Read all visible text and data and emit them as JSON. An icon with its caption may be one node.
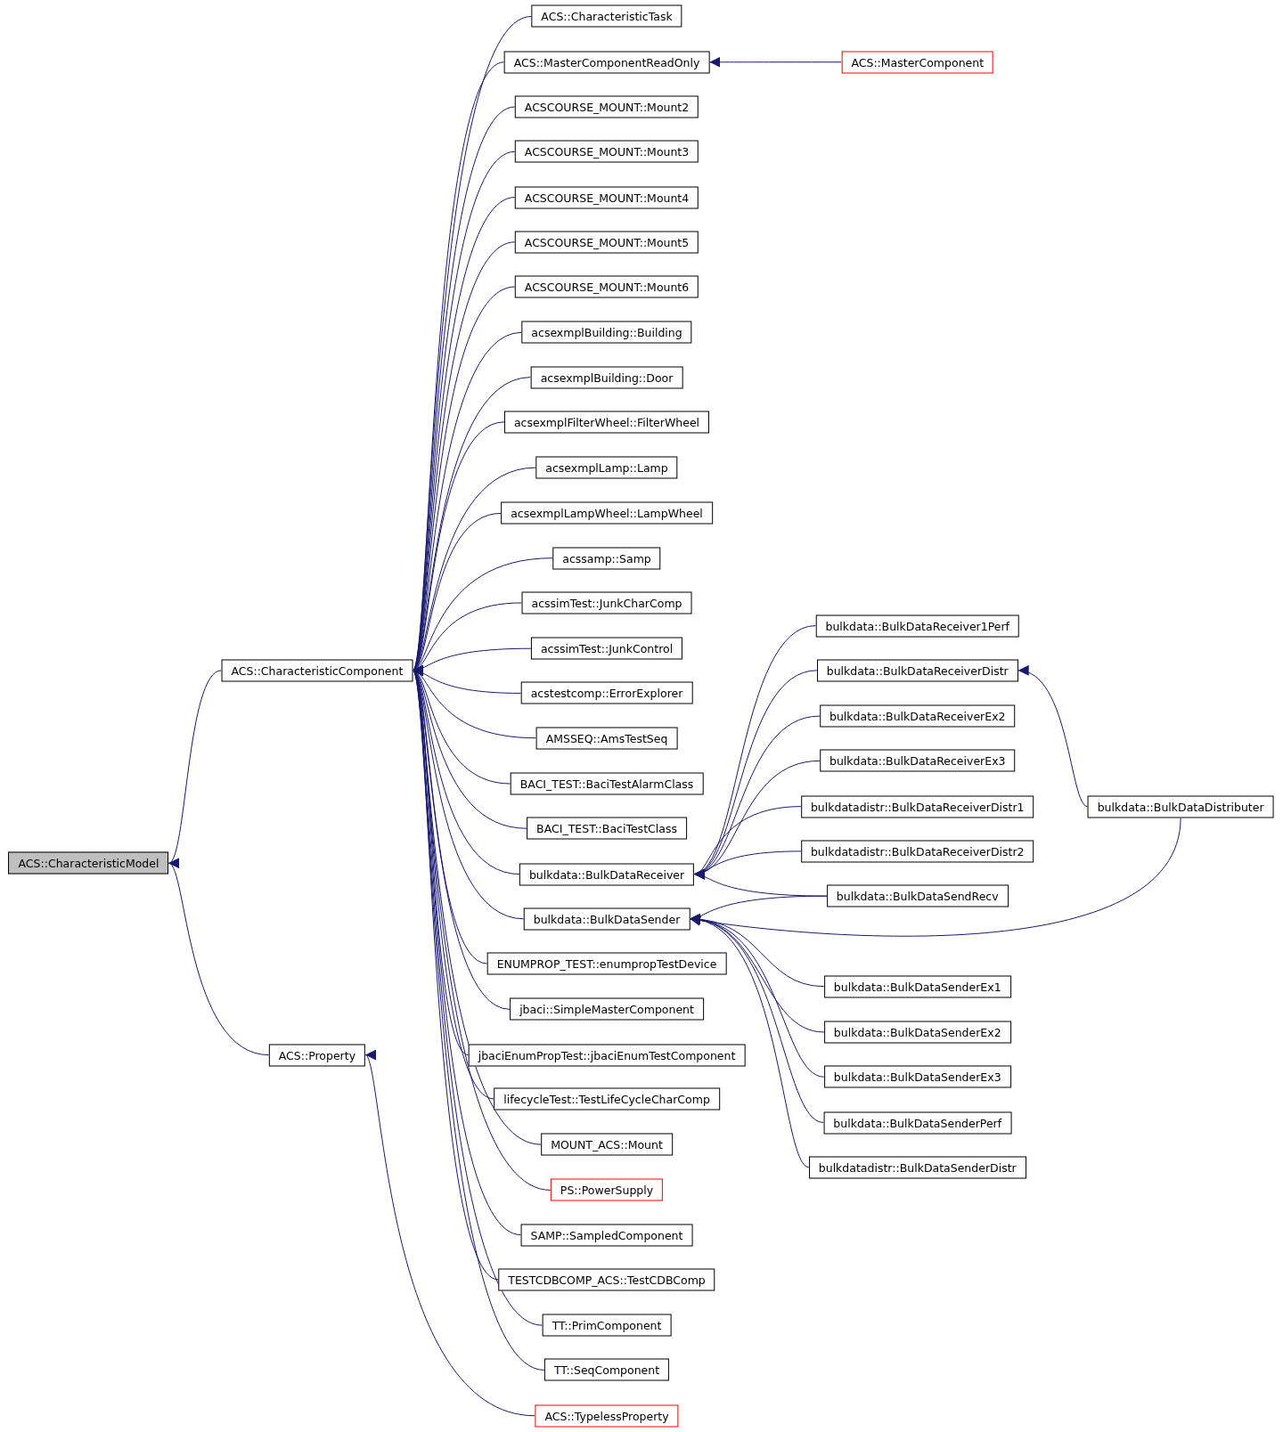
{
  "diagram": {
    "nodes": [
      {
        "text": [
          "ACS::CharacteristicModel"
        ]
      },
      {
        "text": [
          "ACS::CharacteristicComponent"
        ]
      },
      {
        "text": [
          "ACS::Property"
        ]
      },
      {
        "text": [
          "ACS::CharacteristicTask"
        ]
      },
      {
        "text": [
          "ACS::MasterComponentReadOnly"
        ]
      },
      {
        "text": [
          "ACSCOURSE_MOUNT::Mount2"
        ]
      },
      {
        "text": [
          "ACSCOURSE_MOUNT::Mount3"
        ]
      },
      {
        "text": [
          "ACSCOURSE_MOUNT::Mount4"
        ]
      },
      {
        "text": [
          "ACSCOURSE_MOUNT::Mount5"
        ]
      },
      {
        "text": [
          "ACSCOURSE_MOUNT::Mount6"
        ]
      },
      {
        "text": [
          "acsexmplBuilding::Building"
        ]
      },
      {
        "text": [
          "acsexmplBuilding::Door"
        ]
      },
      {
        "text": [
          "acsexmplFilterWheel::FilterWheel"
        ]
      },
      {
        "text": [
          "acsexmplLamp::Lamp"
        ]
      },
      {
        "text": [
          "acsexmplLampWheel::LampWheel"
        ]
      },
      {
        "text": [
          "acssamp::Samp"
        ]
      },
      {
        "text": [
          "acssimTest::JunkCharComp"
        ]
      },
      {
        "text": [
          "acssimTest::JunkControl"
        ]
      },
      {
        "text": [
          "acstestcomp::ErrorExplorer"
        ]
      },
      {
        "text": [
          "AMSSEQ::AmsTestSeq"
        ]
      },
      {
        "text": [
          "BACI_TEST::BaciTestAlarmClass"
        ]
      },
      {
        "text": [
          "BACI_TEST::BaciTestClass"
        ]
      },
      {
        "text": [
          "bulkdata::BulkDataReceiver"
        ]
      },
      {
        "text": [
          "bulkdata::BulkDataSender"
        ]
      },
      {
        "text": [
          "ENUMPROP_TEST::enumpropTestDevice"
        ]
      },
      {
        "text": [
          "jbaci::SimpleMasterComponent"
        ]
      },
      {
        "text": [
          "jbaciEnumPropTest::jbaciEnumTestComponent"
        ]
      },
      {
        "text": [
          "lifecycleTest::TestLifeCycleCharComp"
        ]
      },
      {
        "text": [
          "MOUNT_ACS::Mount"
        ]
      },
      {
        "text": [
          "PS::PowerSupply"
        ]
      },
      {
        "text": [
          "SAMP::SampledComponent"
        ]
      },
      {
        "text": [
          "TESTCDBCOMP_ACS::TestCDBComp"
        ]
      },
      {
        "text": [
          "TT::PrimComponent"
        ]
      },
      {
        "text": [
          "TT::SeqComponent"
        ]
      },
      {
        "text": [
          "ACS::TypelessProperty"
        ]
      },
      {
        "text": [
          "ACS::MasterComponent"
        ]
      },
      {
        "text": [
          "bulkdata::BulkDataReceiver1Perf"
        ]
      },
      {
        "text": [
          "bulkdata::BulkDataReceiverDistr"
        ]
      },
      {
        "text": [
          "bulkdata::BulkDataReceiverEx2"
        ]
      },
      {
        "text": [
          "bulkdata::BulkDataReceiverEx3"
        ]
      },
      {
        "text": [
          "bulkdatadistr::BulkDataReceiverDistr1"
        ]
      },
      {
        "text": [
          "bulkdatadistr::BulkDataReceiverDistr2"
        ]
      },
      {
        "text": [
          "bulkdata::BulkDataSendRecv"
        ]
      },
      {
        "text": [
          "bulkdata::BulkDataSenderEx1"
        ]
      },
      {
        "text": [
          "bulkdata::BulkDataSenderEx2"
        ]
      },
      {
        "text": [
          "bulkdata::BulkDataSenderEx3"
        ]
      },
      {
        "text": [
          "bulkdata::BulkDataSenderPerf"
        ]
      },
      {
        "text": [
          "bulkdatadistr::BulkDataSenderDistr"
        ]
      },
      {
        "text": [
          "bulkdata::BulkDataDistributer"
        ]
      }
    ],
    "edges": [
      {
        "from": 1,
        "to": 0,
        "arrow": "to"
      },
      {
        "from": 2,
        "to": 0,
        "arrow": "to"
      },
      {
        "from": 3,
        "to": 1,
        "arrow": "to"
      },
      {
        "from": 4,
        "to": 1,
        "arrow": "to"
      },
      {
        "from": 5,
        "to": 1,
        "arrow": "to"
      },
      {
        "from": 6,
        "to": 1,
        "arrow": "to"
      },
      {
        "from": 7,
        "to": 1,
        "arrow": "to"
      },
      {
        "from": 8,
        "to": 1,
        "arrow": "to"
      },
      {
        "from": 9,
        "to": 1,
        "arrow": "to"
      },
      {
        "from": 10,
        "to": 1,
        "arrow": "to"
      },
      {
        "from": 11,
        "to": 1,
        "arrow": "to"
      },
      {
        "from": 12,
        "to": 1,
        "arrow": "to"
      },
      {
        "from": 13,
        "to": 1,
        "arrow": "to"
      },
      {
        "from": 14,
        "to": 1,
        "arrow": "to"
      },
      {
        "from": 15,
        "to": 1,
        "arrow": "to"
      },
      {
        "from": 16,
        "to": 1,
        "arrow": "to"
      },
      {
        "from": 17,
        "to": 1,
        "arrow": "to"
      },
      {
        "from": 18,
        "to": 1,
        "arrow": "to"
      },
      {
        "from": 19,
        "to": 1,
        "arrow": "to"
      },
      {
        "from": 20,
        "to": 1,
        "arrow": "to"
      },
      {
        "from": 21,
        "to": 1,
        "arrow": "to"
      },
      {
        "from": 22,
        "to": 1,
        "arrow": "to"
      },
      {
        "from": 23,
        "to": 1,
        "arrow": "to"
      },
      {
        "from": 24,
        "to": 1,
        "arrow": "to"
      },
      {
        "from": 25,
        "to": 1,
        "arrow": "to"
      },
      {
        "from": 26,
        "to": 1,
        "arrow": "to"
      },
      {
        "from": 27,
        "to": 1,
        "arrow": "to"
      },
      {
        "from": 28,
        "to": 1,
        "arrow": "to"
      },
      {
        "from": 29,
        "to": 1,
        "arrow": "to"
      },
      {
        "from": 30,
        "to": 1,
        "arrow": "to"
      },
      {
        "from": 31,
        "to": 1,
        "arrow": "to"
      },
      {
        "from": 32,
        "to": 1,
        "arrow": "to"
      },
      {
        "from": 33,
        "to": 1,
        "arrow": "to"
      },
      {
        "from": 34,
        "to": 2,
        "arrow": "to"
      },
      {
        "from": 35,
        "to": 4,
        "arrow": "to"
      },
      {
        "from": 36,
        "to": 22,
        "arrow": "to"
      },
      {
        "from": 37,
        "to": 22,
        "arrow": "to"
      },
      {
        "from": 38,
        "to": 22,
        "arrow": "to"
      },
      {
        "from": 39,
        "to": 22,
        "arrow": "to"
      },
      {
        "from": 40,
        "to": 22,
        "arrow": "to"
      },
      {
        "from": 41,
        "to": 22,
        "arrow": "to"
      },
      {
        "from": 42,
        "to": 22,
        "arrow": "to"
      },
      {
        "from": 42,
        "to": 23,
        "arrow": "to"
      },
      {
        "from": 43,
        "to": 23,
        "arrow": "to"
      },
      {
        "from": 44,
        "to": 23,
        "arrow": "to"
      },
      {
        "from": 45,
        "to": 23,
        "arrow": "to"
      },
      {
        "from": 46,
        "to": 23,
        "arrow": "to"
      },
      {
        "from": 47,
        "to": 23,
        "arrow": "to"
      },
      {
        "from": 48,
        "to": 37,
        "arrow": "to"
      },
      {
        "from": 48,
        "to": 23,
        "arrow": "to"
      }
    ]
  }
}
